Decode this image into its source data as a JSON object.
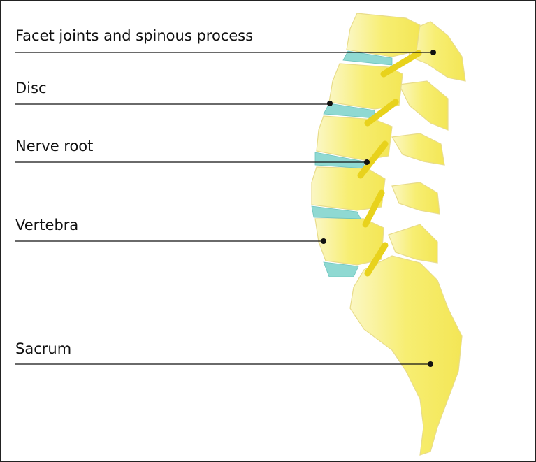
{
  "labels": {
    "facet": "Facet joints and spinous process",
    "disc": "Disc",
    "nerve": "Nerve root",
    "vertebra": "Vertebra",
    "sacrum": "Sacrum"
  },
  "colors": {
    "bone": "#f6ec6a",
    "bone_light": "#fbf6b8",
    "disc": "#8fd9d2",
    "nerve": "#e8d21c",
    "line": "#111111"
  }
}
